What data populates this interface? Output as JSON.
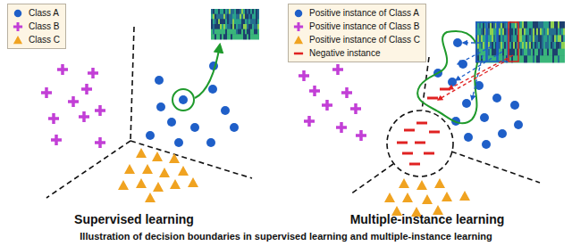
{
  "diagram": {
    "caption": "Illustration of decision boundaries in supervised learning and multiple-instance learning",
    "labels": [
      "Supervised learning",
      "Multiple-instance learning"
    ],
    "legend": [
      {
        "text": "Class A"
      },
      {
        "text": "Class B"
      },
      {
        "text": "Class C"
      },
      {
        "text": "Positive instance of Class A"
      },
      {
        "text": "Positive instance of Class B"
      },
      {
        "text": "Positive instance of Class C"
      },
      {
        "text": "Negative instance"
      }
    ]
  }
}
